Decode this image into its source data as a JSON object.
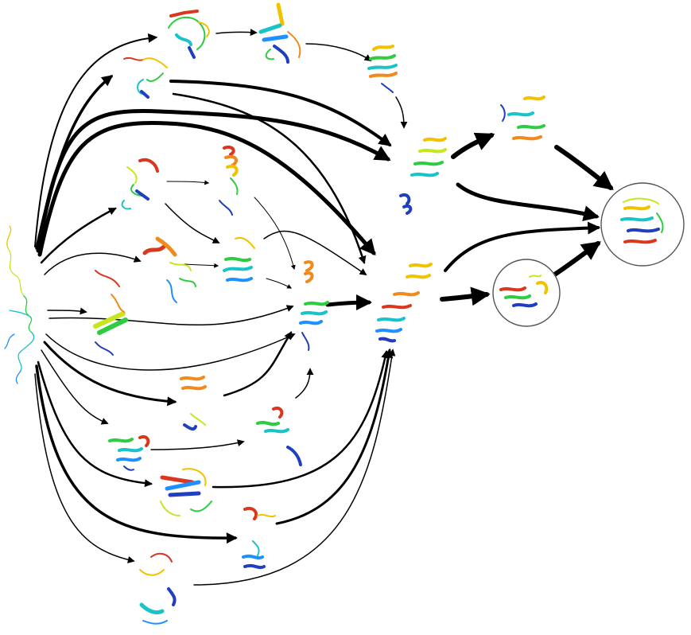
{
  "diagram": {
    "kind": "protein-folding-network",
    "description_text": "",
    "colors": {
      "background": "#ffffff",
      "arrow": "#000000",
      "circle_outline": "#555555",
      "rainbow": [
        "#1f3fbf",
        "#1e90ff",
        "#19c3c8",
        "#2ecc40",
        "#c8e61e",
        "#f2c200",
        "#f08a1e",
        "#d9381e"
      ]
    },
    "nodes": [
      {
        "id": "unfolded",
        "style": "coil"
      },
      {
        "id": "s1",
        "style": "beta"
      },
      {
        "id": "s2",
        "style": "beta"
      },
      {
        "id": "s3",
        "style": "coil"
      },
      {
        "id": "s4",
        "style": "helix"
      },
      {
        "id": "s5",
        "style": "coil"
      },
      {
        "id": "s6",
        "style": "helix"
      },
      {
        "id": "s7",
        "style": "helix"
      },
      {
        "id": "s8",
        "style": "coil"
      },
      {
        "id": "s9",
        "style": "beta"
      },
      {
        "id": "s10",
        "style": "helix"
      },
      {
        "id": "s11",
        "style": "helix"
      },
      {
        "id": "s12",
        "style": "coil"
      },
      {
        "id": "s13",
        "style": "helix"
      },
      {
        "id": "s14",
        "style": "helix"
      },
      {
        "id": "s15",
        "style": "beta"
      },
      {
        "id": "s16",
        "style": "helix"
      },
      {
        "id": "s17",
        "style": "beta"
      },
      {
        "id": "s18",
        "style": "helix"
      },
      {
        "id": "s19",
        "style": "helix"
      },
      {
        "id": "s20",
        "style": "helix"
      },
      {
        "id": "s21",
        "style": "helix",
        "circled": true
      },
      {
        "id": "native",
        "style": "helix",
        "circled": true
      }
    ]
  }
}
